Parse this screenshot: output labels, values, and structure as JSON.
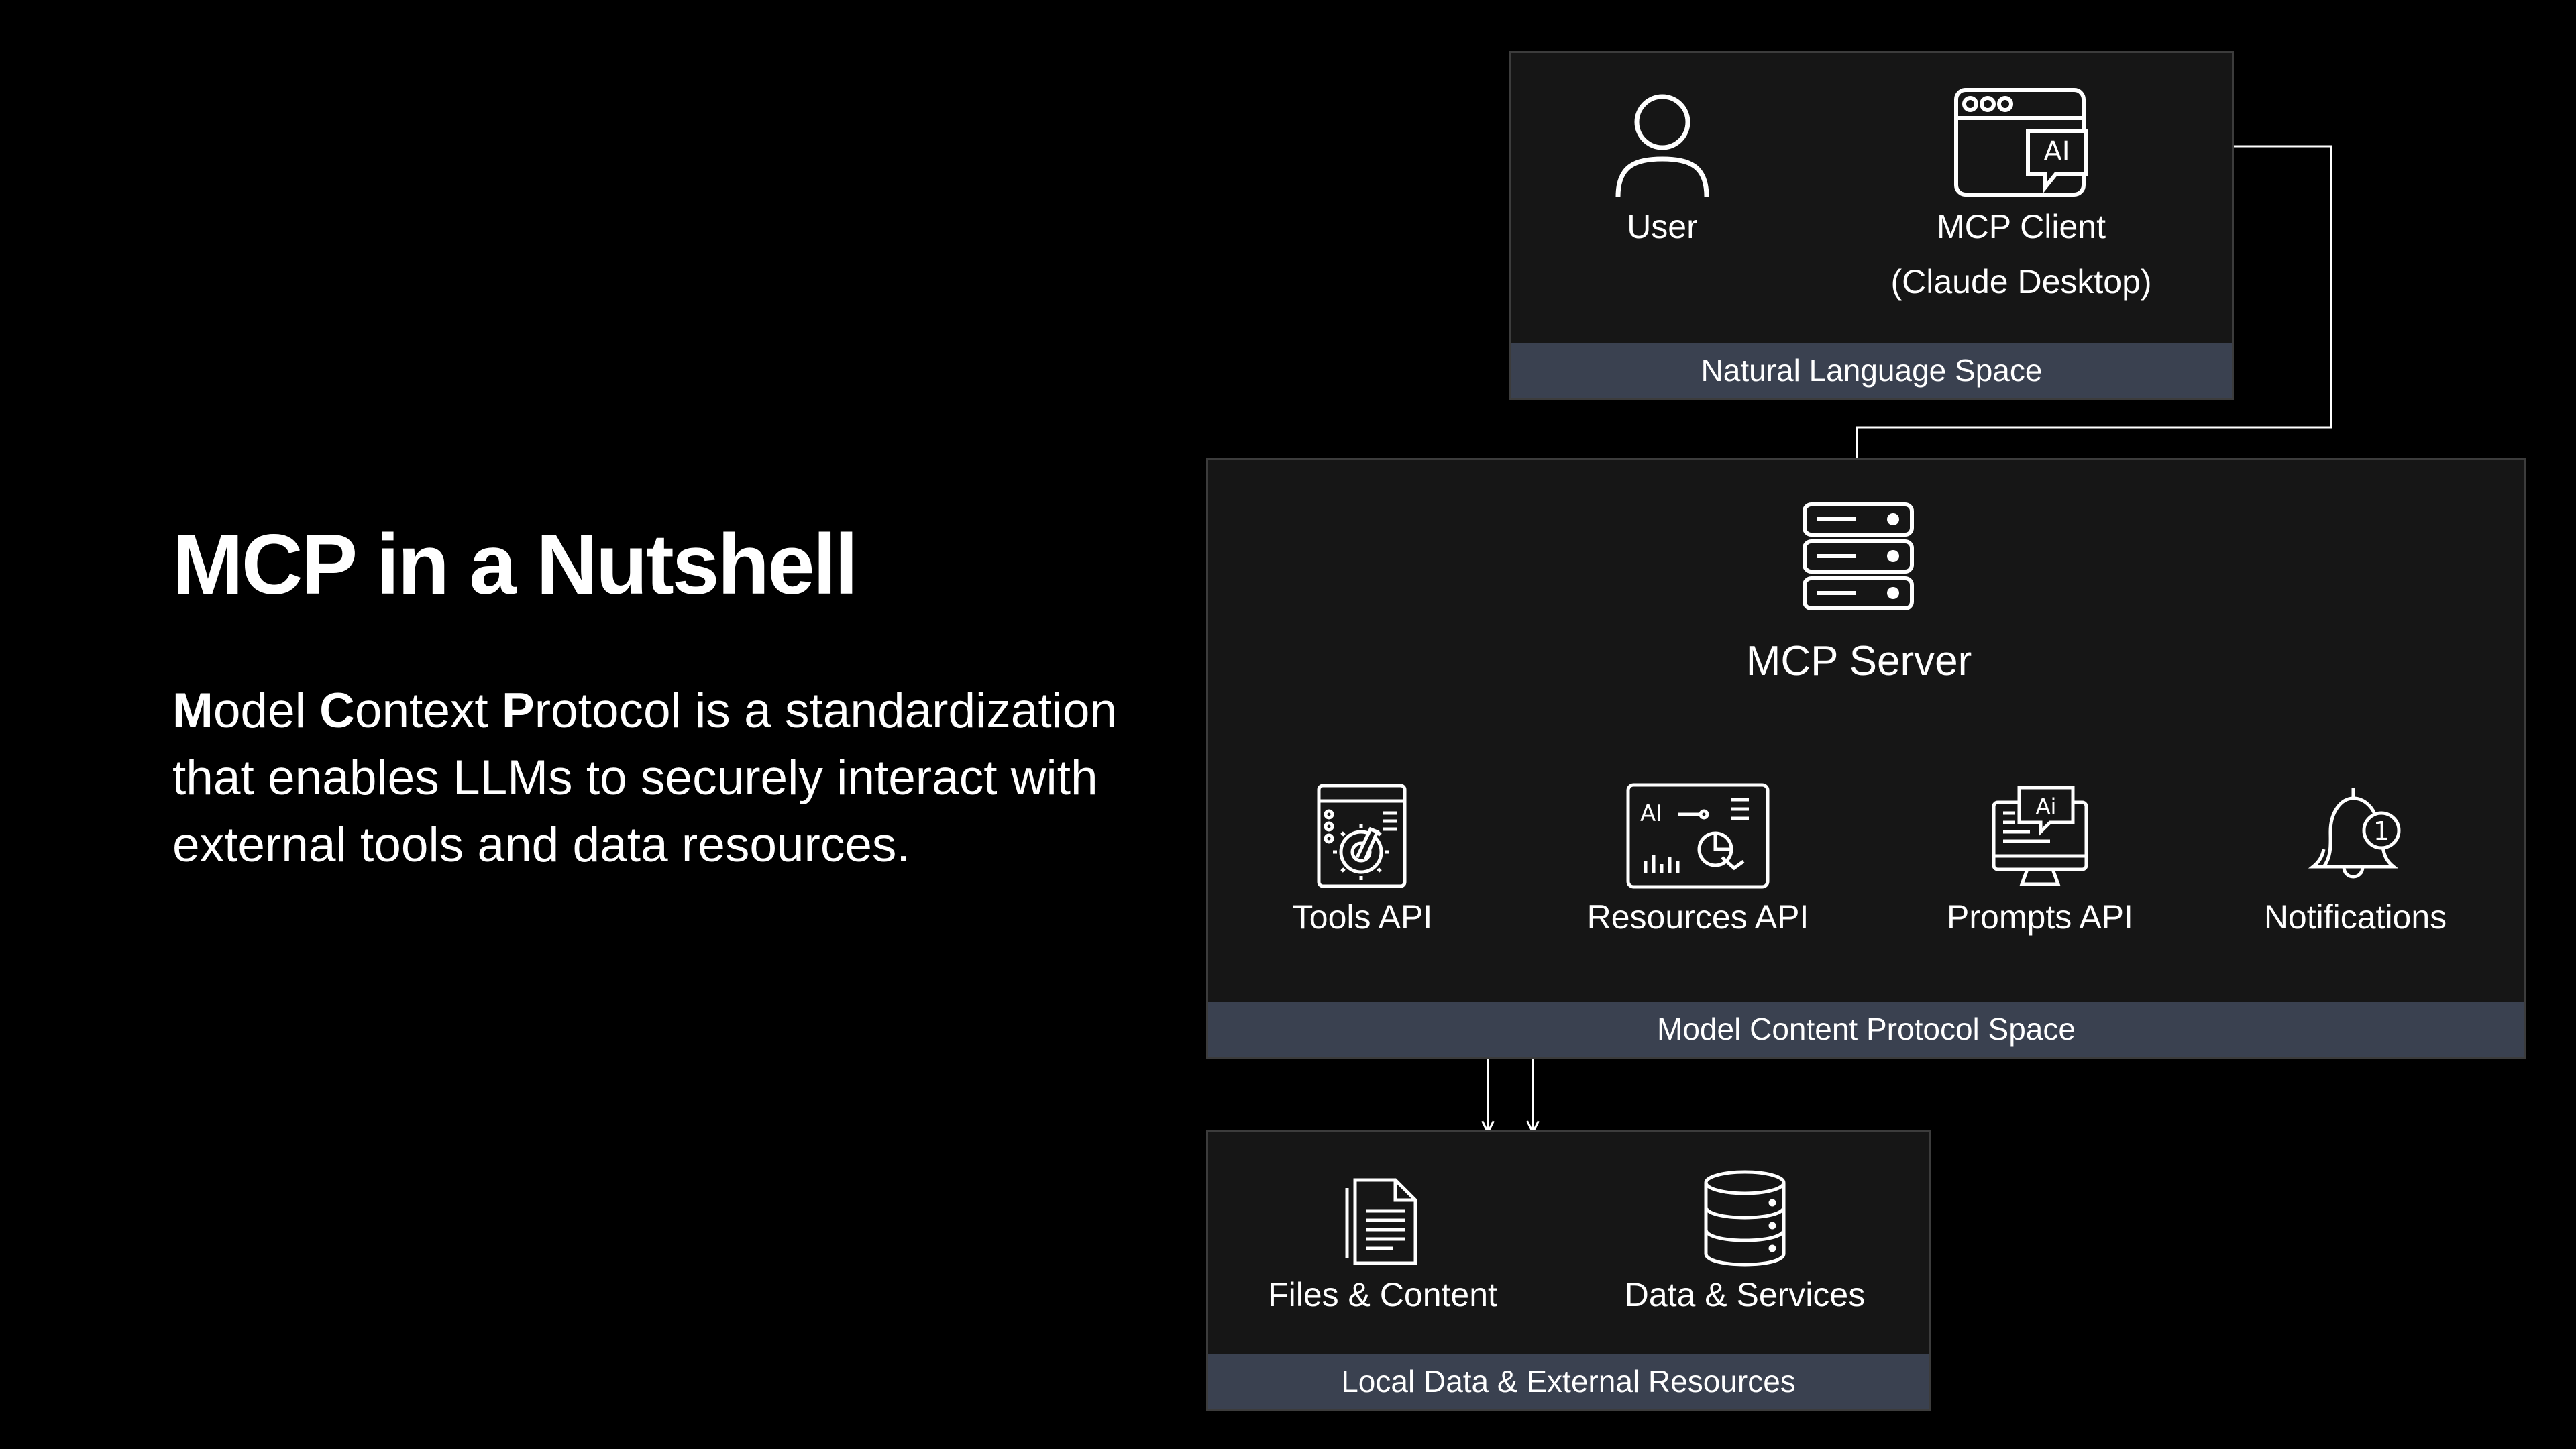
{
  "title": "MCP in a Nutshell",
  "description": {
    "m": "M",
    "odel": "odel ",
    "c": "C",
    "ontext": "ontext ",
    "p": "P",
    "rest": "rotocol is a standardization that enables LLMs to securely interact with external tools and data resources."
  },
  "panels": {
    "natural_language": {
      "footer": "Natural Language Space",
      "user": {
        "label": "User",
        "icon": "user-icon"
      },
      "client": {
        "label_line1": "MCP Client",
        "label_line2": "(Claude Desktop)",
        "icon": "ai-browser-icon",
        "icon_text": "AI"
      }
    },
    "protocol": {
      "footer": "Model Content Protocol Space",
      "server": {
        "label": "MCP Server",
        "icon": "server-icon"
      },
      "tools": {
        "label": "Tools API",
        "icon": "tools-api-icon"
      },
      "resources": {
        "label": "Resources API",
        "icon": "resources-api-icon",
        "icon_text": "AI"
      },
      "prompts": {
        "label": "Prompts API",
        "icon": "prompts-api-icon",
        "icon_text": "Ai"
      },
      "notifications": {
        "label": "Notifications",
        "icon": "bell-notification-icon",
        "badge": "1"
      }
    },
    "local": {
      "footer": "Local Data & External Resources",
      "files": {
        "label": "Files & Content",
        "icon": "document-icon"
      },
      "data": {
        "label": "Data & Services",
        "icon": "database-icon"
      }
    }
  },
  "colors": {
    "background": "#000000",
    "panel": "#161616",
    "panel_border": "#3c3c3c",
    "footer": "#3a4150",
    "line": "#ffffff"
  }
}
